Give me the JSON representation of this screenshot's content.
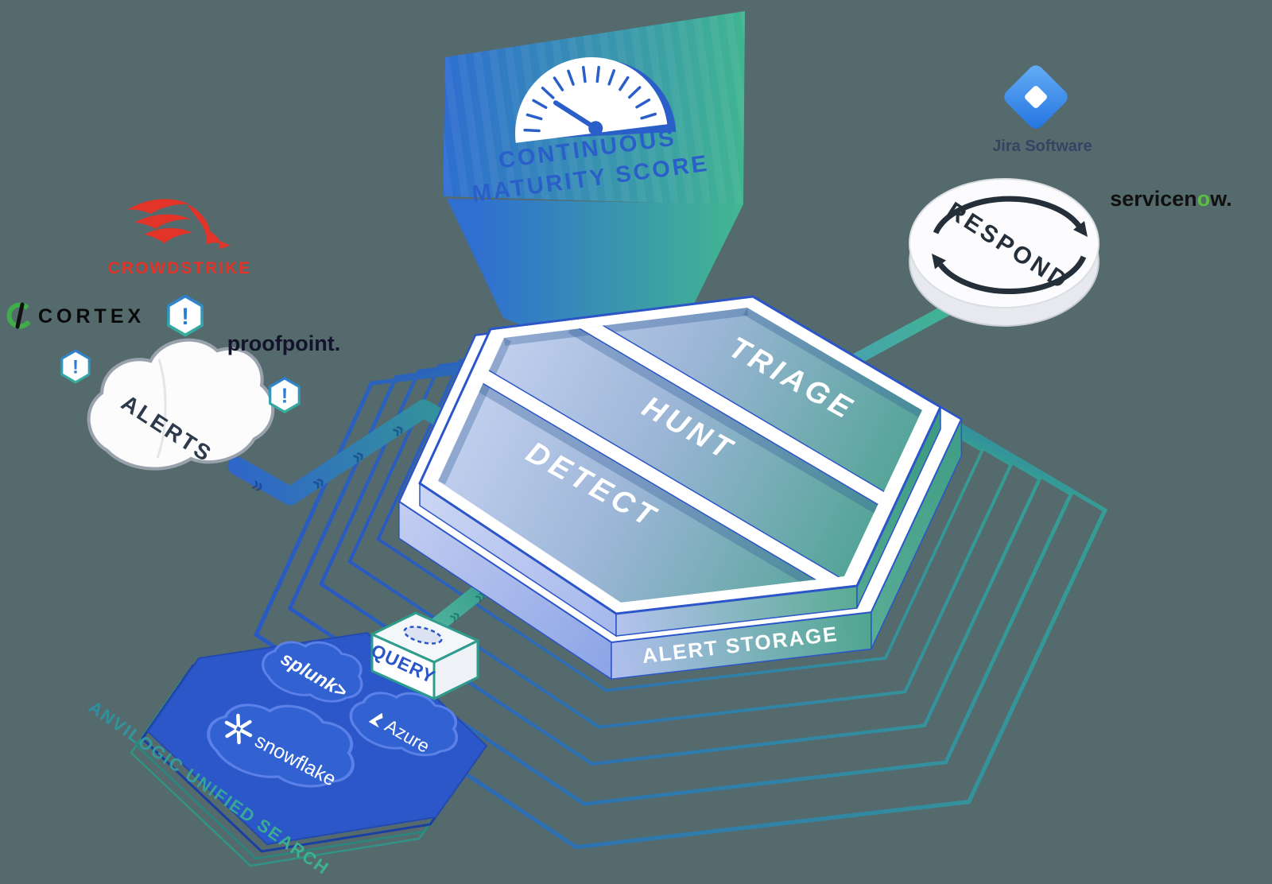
{
  "scene": {
    "background": "#546a6d"
  },
  "maturity_billboard": {
    "line1": "CONTINUOUS",
    "line2": "MATURITY SCORE",
    "gauge_icon": "speedometer-gauge-icon"
  },
  "platform": {
    "band_detect": "DETECT",
    "band_hunt": "HUNT",
    "band_triage": "TRIAGE",
    "storage": "ALERT STORAGE"
  },
  "respond_disk": {
    "label": "RESPOND",
    "icon": "circular-arrows-cycle-icon"
  },
  "alerts_cloud": {
    "label": "ALERTS"
  },
  "alert_badge": {
    "symbol": "!"
  },
  "query_box": {
    "label": "QUERY"
  },
  "unified_search": {
    "caption": "ANVILOGIC UNIFIED SEARCH",
    "source_splunk": "splunk>",
    "source_snowflake": "snowflake",
    "source_azure": "Azure"
  },
  "vendors": {
    "crowdstrike": "CROWDSTRIKE",
    "cortex": "CORTEX",
    "proofpoint": "proofpoint.",
    "jira": "Jira Software",
    "servicenow_pre": "servicen",
    "servicenow_o": "o",
    "servicenow_post": "w."
  },
  "colors": {
    "background": "#546a6d",
    "accent_blue": "#2b55c8",
    "accent_teal": "#38a791",
    "billboard_blue": "#2e6ed0",
    "billboard_green": "#41b591",
    "billboard_text": "#2a5fc9",
    "unified_hex_blue": "#2b57c8",
    "crowdstrike_red": "#e23428",
    "cortex_green": "#3fae49",
    "jira_blue": "#2f80e4",
    "jira_text": "#344563",
    "servicenow_green": "#5abe41",
    "badge_exclaim_blue": "#2a7cd4",
    "respond_ink": "#252f3a"
  }
}
